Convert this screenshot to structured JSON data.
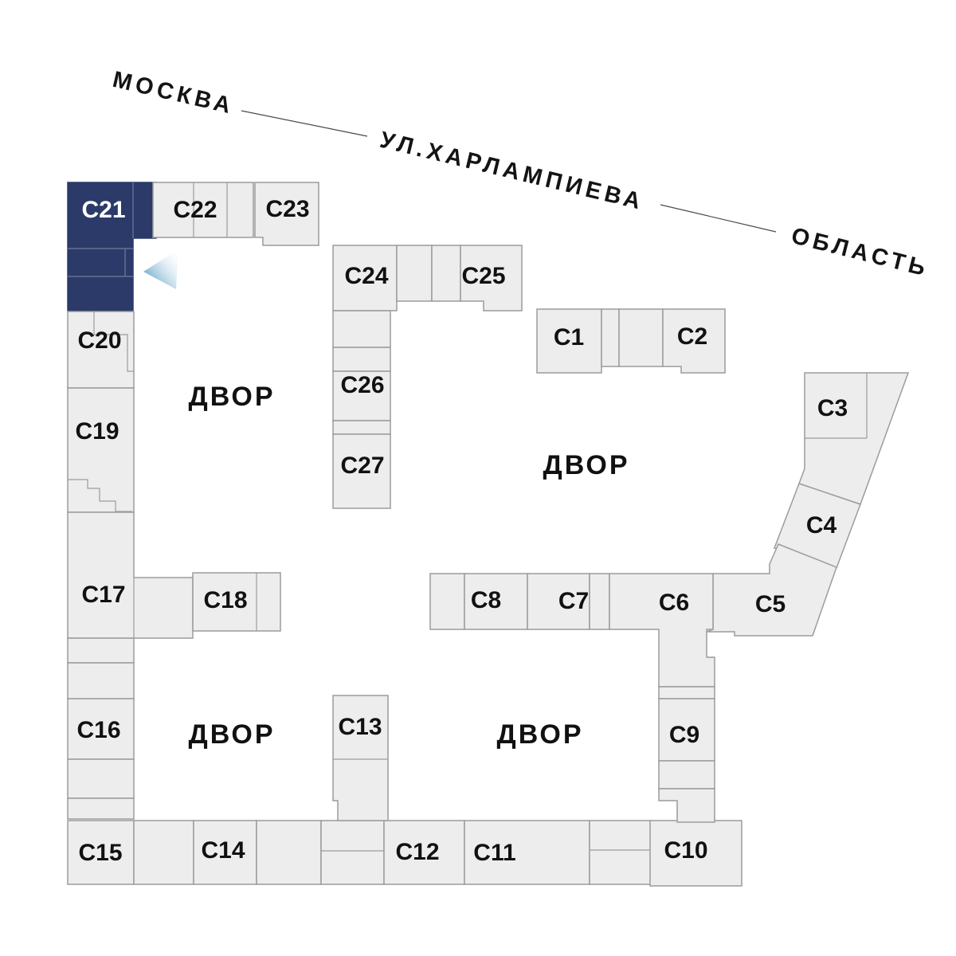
{
  "streets": {
    "moscow": "МОСКВА",
    "kharlampieva": "УЛ.ХАРЛАМПИЕВА",
    "oblast": "ОБЛАСТЬ"
  },
  "courtyard": "ДВОР",
  "highlighted_building_id": "c21",
  "buildings": {
    "c1": "С1",
    "c2": "С2",
    "c3": "С3",
    "c4": "С4",
    "c5": "С5",
    "c6": "С6",
    "c7": "С7",
    "c8": "С8",
    "c9": "С9",
    "c10": "С10",
    "c11": "С11",
    "c12": "С12",
    "c13": "С13",
    "c14": "С14",
    "c15": "С15",
    "c16": "С16",
    "c17": "С17",
    "c18": "С18",
    "c19": "С19",
    "c20": "С20",
    "c21": "С21",
    "c22": "С22",
    "c23": "С23",
    "c24": "С24",
    "c25": "С25",
    "c26": "С26",
    "c27": "С27"
  },
  "colors": {
    "block_fill": "#EDEDED",
    "block_stroke": "#9C9C9C",
    "highlight": "#2B3A68",
    "arrow": "#66A5CA",
    "label": "#111111"
  }
}
